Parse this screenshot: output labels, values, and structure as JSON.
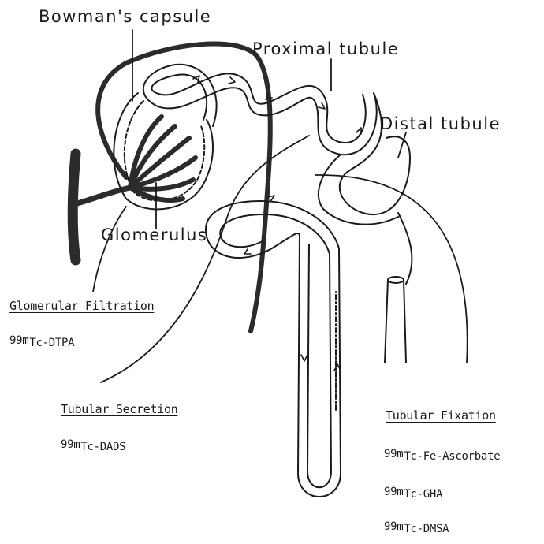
{
  "labels": {
    "bowmans_capsule": "Bowman's capsule",
    "proximal_tubule": "Proximal tubule",
    "distal_tubule": "Distal tubule",
    "glomerulus": "Glomerulus"
  },
  "mechanisms": {
    "glomerular_filtration": {
      "title": "Glomerular Filtration",
      "agents": [
        {
          "prefix": "99m",
          "name": "Tc-DTPA"
        }
      ]
    },
    "tubular_secretion": {
      "title": "Tubular Secretion",
      "agents": [
        {
          "prefix": "99m",
          "name": "Tc-DADS"
        }
      ]
    },
    "tubular_fixation": {
      "title": "Tubular Fixation",
      "agents": [
        {
          "prefix": "99m",
          "name": "Tc-Fe-Ascorbate"
        },
        {
          "prefix": "99m",
          "name": "Tc-GHA"
        },
        {
          "prefix": "99m",
          "name": "Tc-DMSA"
        }
      ]
    }
  },
  "colors": {
    "ink": "#1a1a1a",
    "vessel": "#2b2b2b",
    "paper": "#ffffff"
  }
}
